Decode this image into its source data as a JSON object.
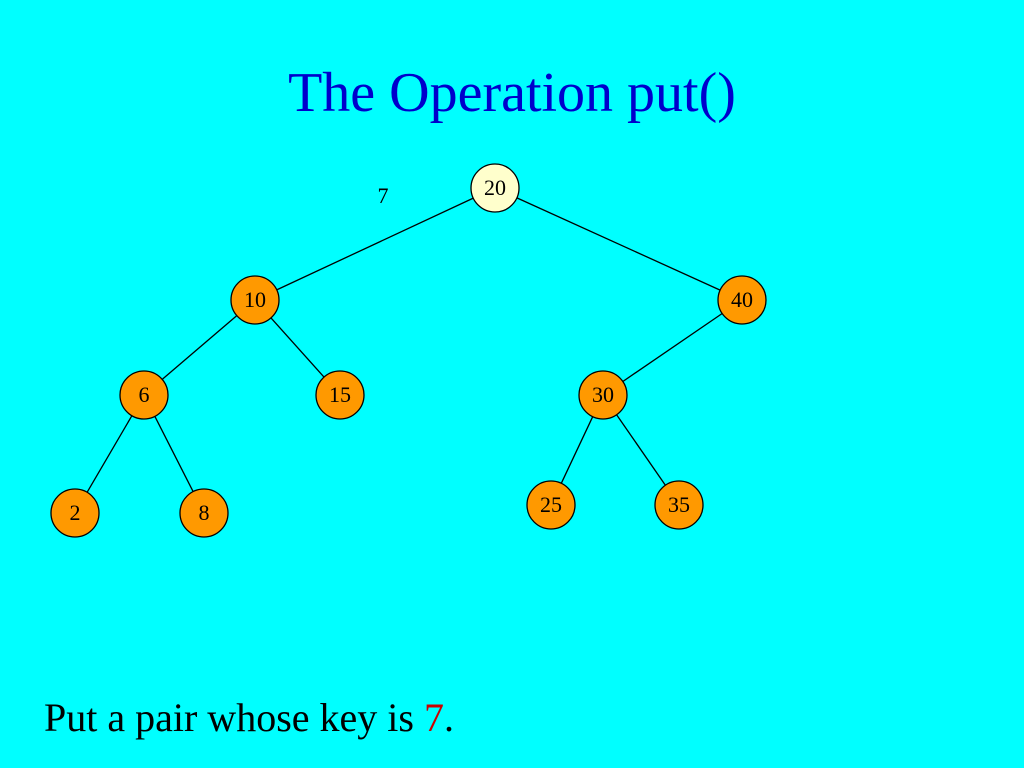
{
  "slide": {
    "title": "The Operation put()",
    "background_color": "#00FFFF",
    "title_color": "#0000CC"
  },
  "tree": {
    "insert_key": "7",
    "node_colors": {
      "normal": "#FF9900",
      "highlight": "#FFFFCC",
      "stroke": "#000000"
    },
    "nodes": [
      {
        "id": "n20",
        "key": "20",
        "highlight": true
      },
      {
        "id": "n10",
        "key": "10"
      },
      {
        "id": "n40",
        "key": "40"
      },
      {
        "id": "n6",
        "key": "6"
      },
      {
        "id": "n15",
        "key": "15"
      },
      {
        "id": "n30",
        "key": "30"
      },
      {
        "id": "n2",
        "key": "2"
      },
      {
        "id": "n8",
        "key": "8"
      },
      {
        "id": "n25",
        "key": "25"
      },
      {
        "id": "n35",
        "key": "35"
      }
    ],
    "edges": [
      [
        "n20",
        "n10"
      ],
      [
        "n20",
        "n40"
      ],
      [
        "n10",
        "n6"
      ],
      [
        "n10",
        "n15"
      ],
      [
        "n40",
        "n30"
      ],
      [
        "n6",
        "n2"
      ],
      [
        "n6",
        "n8"
      ],
      [
        "n30",
        "n25"
      ],
      [
        "n30",
        "n35"
      ]
    ]
  },
  "caption": {
    "prefix": "Put a pair whose key is ",
    "key": "7",
    "suffix": ".",
    "key_color": "#CC0000"
  }
}
